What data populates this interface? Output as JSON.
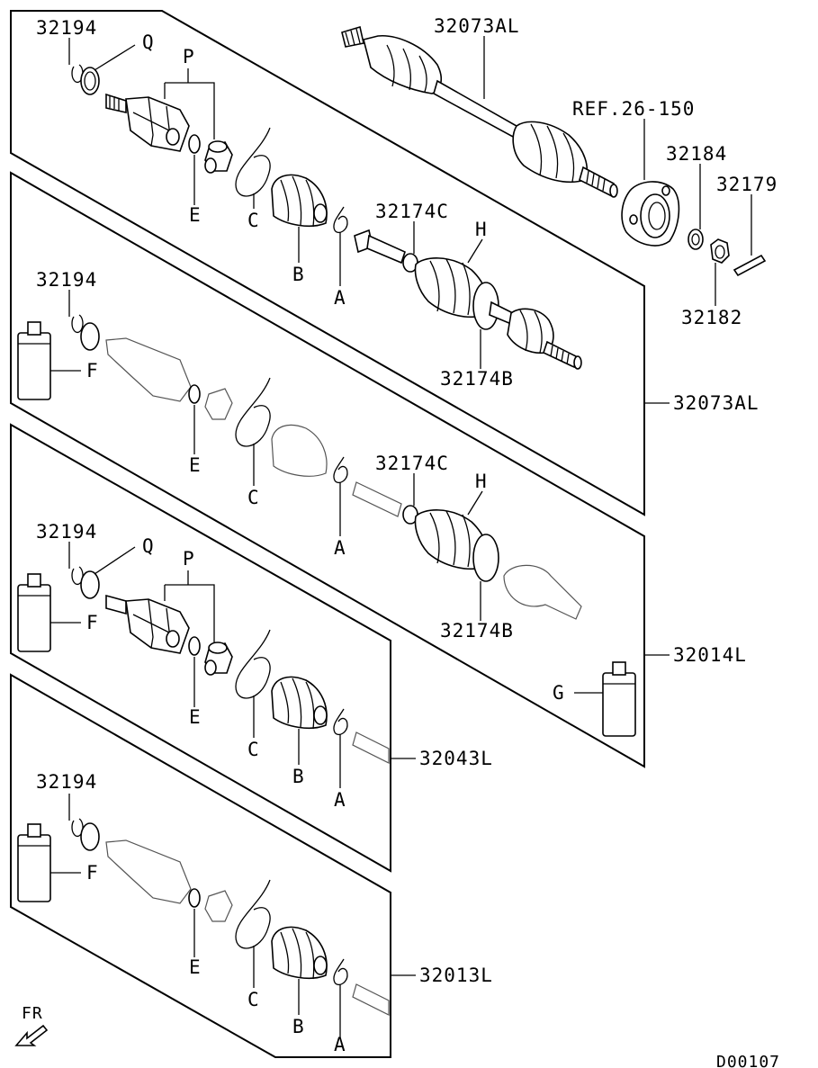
{
  "labels": {
    "p1_32194": "32194",
    "p1_Q": "Q",
    "p1_P": "P",
    "p1_E": "E",
    "p1_C": "C",
    "p1_B": "B",
    "p1_A": "A",
    "p1_32073AL_top": "32073AL",
    "ref": "REF.26-150",
    "p1_32184": "32184",
    "p1_32179": "32179",
    "p1_32182": "32182",
    "p1_32174C": "32174C",
    "p1_H": "H",
    "p1_32174B": "32174B",
    "p1_32073AL_side": "32073AL",
    "p2_32194": "32194",
    "p2_F": "F",
    "p2_E": "E",
    "p2_C": "C",
    "p2_A": "A",
    "p2_32174C": "32174C",
    "p2_H": "H",
    "p2_32174B": "32174B",
    "p2_32014L": "32014L",
    "p2_G": "G",
    "p3_32194": "32194",
    "p3_Q": "Q",
    "p3_P": "P",
    "p3_F": "F",
    "p3_E": "E",
    "p3_C": "C",
    "p3_B": "B",
    "p3_A": "A",
    "p3_32043L": "32043L",
    "p4_32194": "32194",
    "p4_F": "F",
    "p4_E": "E",
    "p4_C": "C",
    "p4_B": "B",
    "p4_A": "A",
    "p4_32013L": "32013L",
    "fr": "FR",
    "code": "D00107"
  }
}
